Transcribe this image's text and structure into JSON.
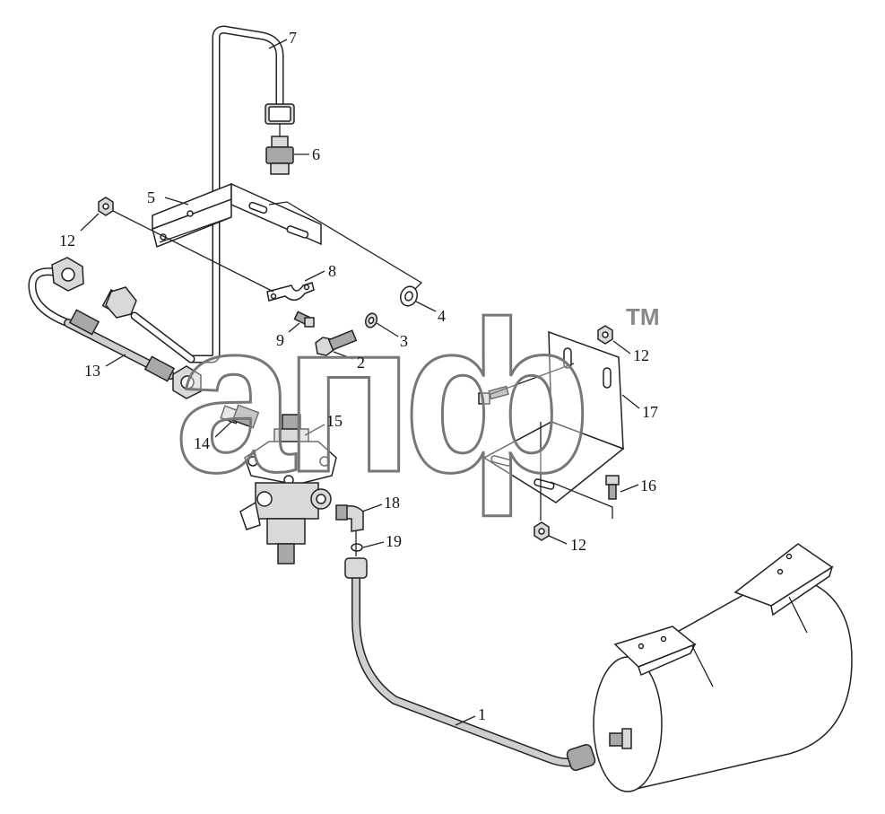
{
  "diagram": {
    "callouts": [
      {
        "id": "c1",
        "text": "1"
      },
      {
        "id": "c2",
        "text": "2"
      },
      {
        "id": "c3",
        "text": "3"
      },
      {
        "id": "c4",
        "text": "4"
      },
      {
        "id": "c5",
        "text": "5"
      },
      {
        "id": "c6",
        "text": "6"
      },
      {
        "id": "c7",
        "text": "7"
      },
      {
        "id": "c8",
        "text": "8"
      },
      {
        "id": "c9",
        "text": "9"
      },
      {
        "id": "c12a",
        "text": "12"
      },
      {
        "id": "c12b",
        "text": "12"
      },
      {
        "id": "c12c",
        "text": "12"
      },
      {
        "id": "c13",
        "text": "13"
      },
      {
        "id": "c14",
        "text": "14"
      },
      {
        "id": "c15",
        "text": "15"
      },
      {
        "id": "c16",
        "text": "16"
      },
      {
        "id": "c17",
        "text": "17"
      },
      {
        "id": "c18",
        "text": "18"
      },
      {
        "id": "c19",
        "text": "19"
      }
    ]
  },
  "watermark": {
    "text": "aпф",
    "trademark": "TM"
  }
}
